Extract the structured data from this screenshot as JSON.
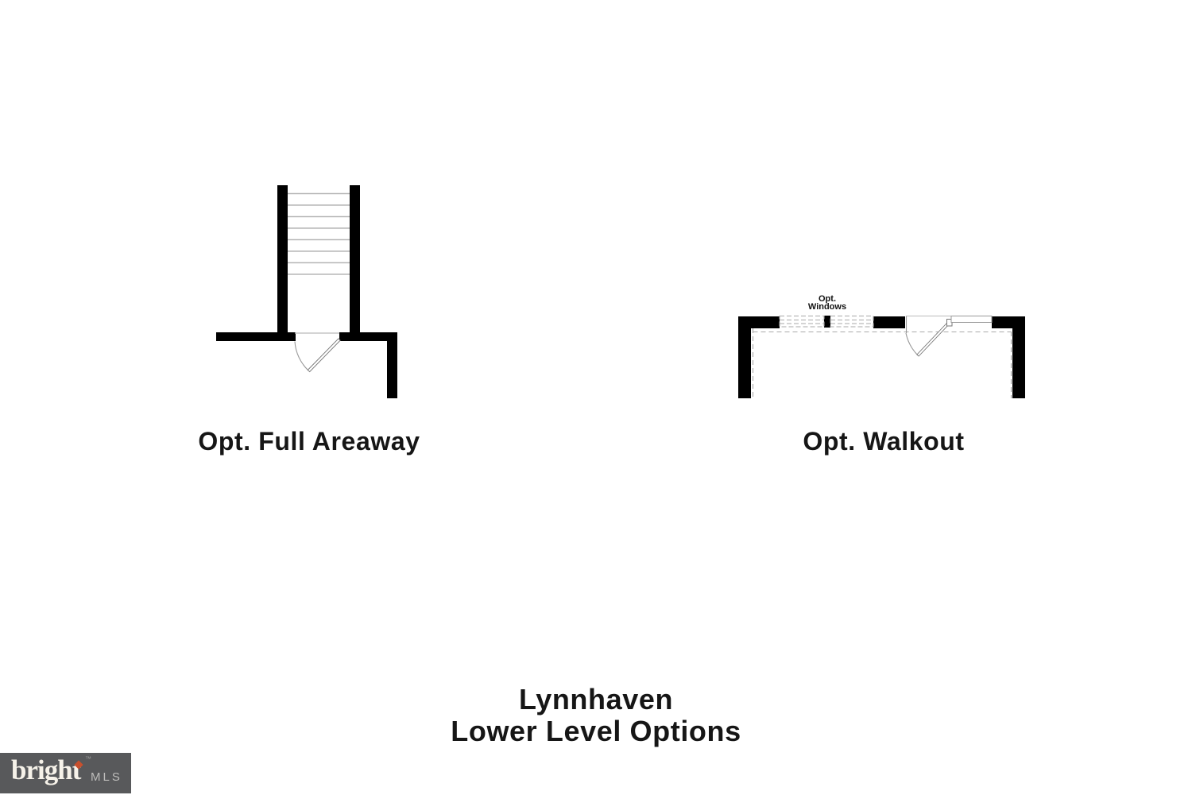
{
  "plans": {
    "areaway": {
      "caption": "Opt. Full Areaway"
    },
    "walkout": {
      "caption": "Opt. Walkout",
      "windows_label_line1": "Opt.",
      "windows_label_line2": "Windows"
    }
  },
  "title": {
    "line1": "Lynnhaven",
    "line2": "Lower Level Options"
  },
  "logo": {
    "brand": "bright",
    "trademark": "™",
    "suffix": "MLS",
    "background": "#58595b",
    "brand_color": "#f6f2e9",
    "suffix_color": "#bdbcba",
    "diamond_color": "#c8502d",
    "diamond_icon": "diamond-icon"
  },
  "colors": {
    "wall": "#000000",
    "stair_tread": "#b7b7b7",
    "dashed_line": "#a9a9a9",
    "door_line": "#999999",
    "text": "#161616",
    "background": "#ffffff"
  }
}
